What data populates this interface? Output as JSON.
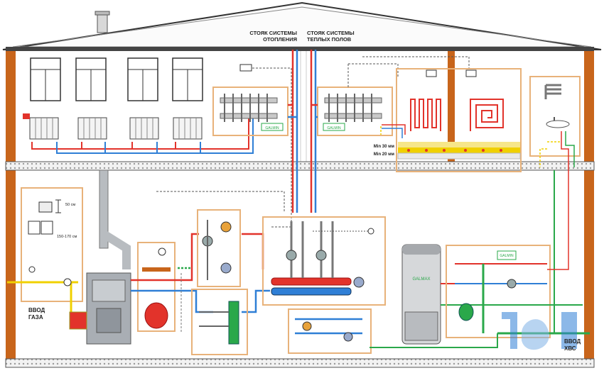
{
  "labels": {
    "riser_heating_line1": "СТОЯК СИСТЕМЫ",
    "riser_heating_line2": "ОТОПЛЕНИЯ",
    "riser_floor_line1": "СТОЯК СИСТЕМЫ",
    "riser_floor_line2": "ТЕПЛЫХ ПОЛОВ",
    "min30": "Min 30 мм",
    "min20": "Min 20 мм",
    "height50": "50 см",
    "height150": "150-170 см",
    "gas_line1": "ВВОД",
    "gas_line2": "ГАЗА",
    "water_line1": "ВВОД",
    "water_line2": "ХВС",
    "brand": "GALMIN",
    "boiler_brand": "GALMAX"
  },
  "colors": {
    "wall": "#c8651b",
    "hot": "#e2332b",
    "cold": "#2f7fd6",
    "green": "#2aa84a",
    "yellow": "#f0d000",
    "gray": "#9a9ea3",
    "frame": "#e8b27a"
  }
}
